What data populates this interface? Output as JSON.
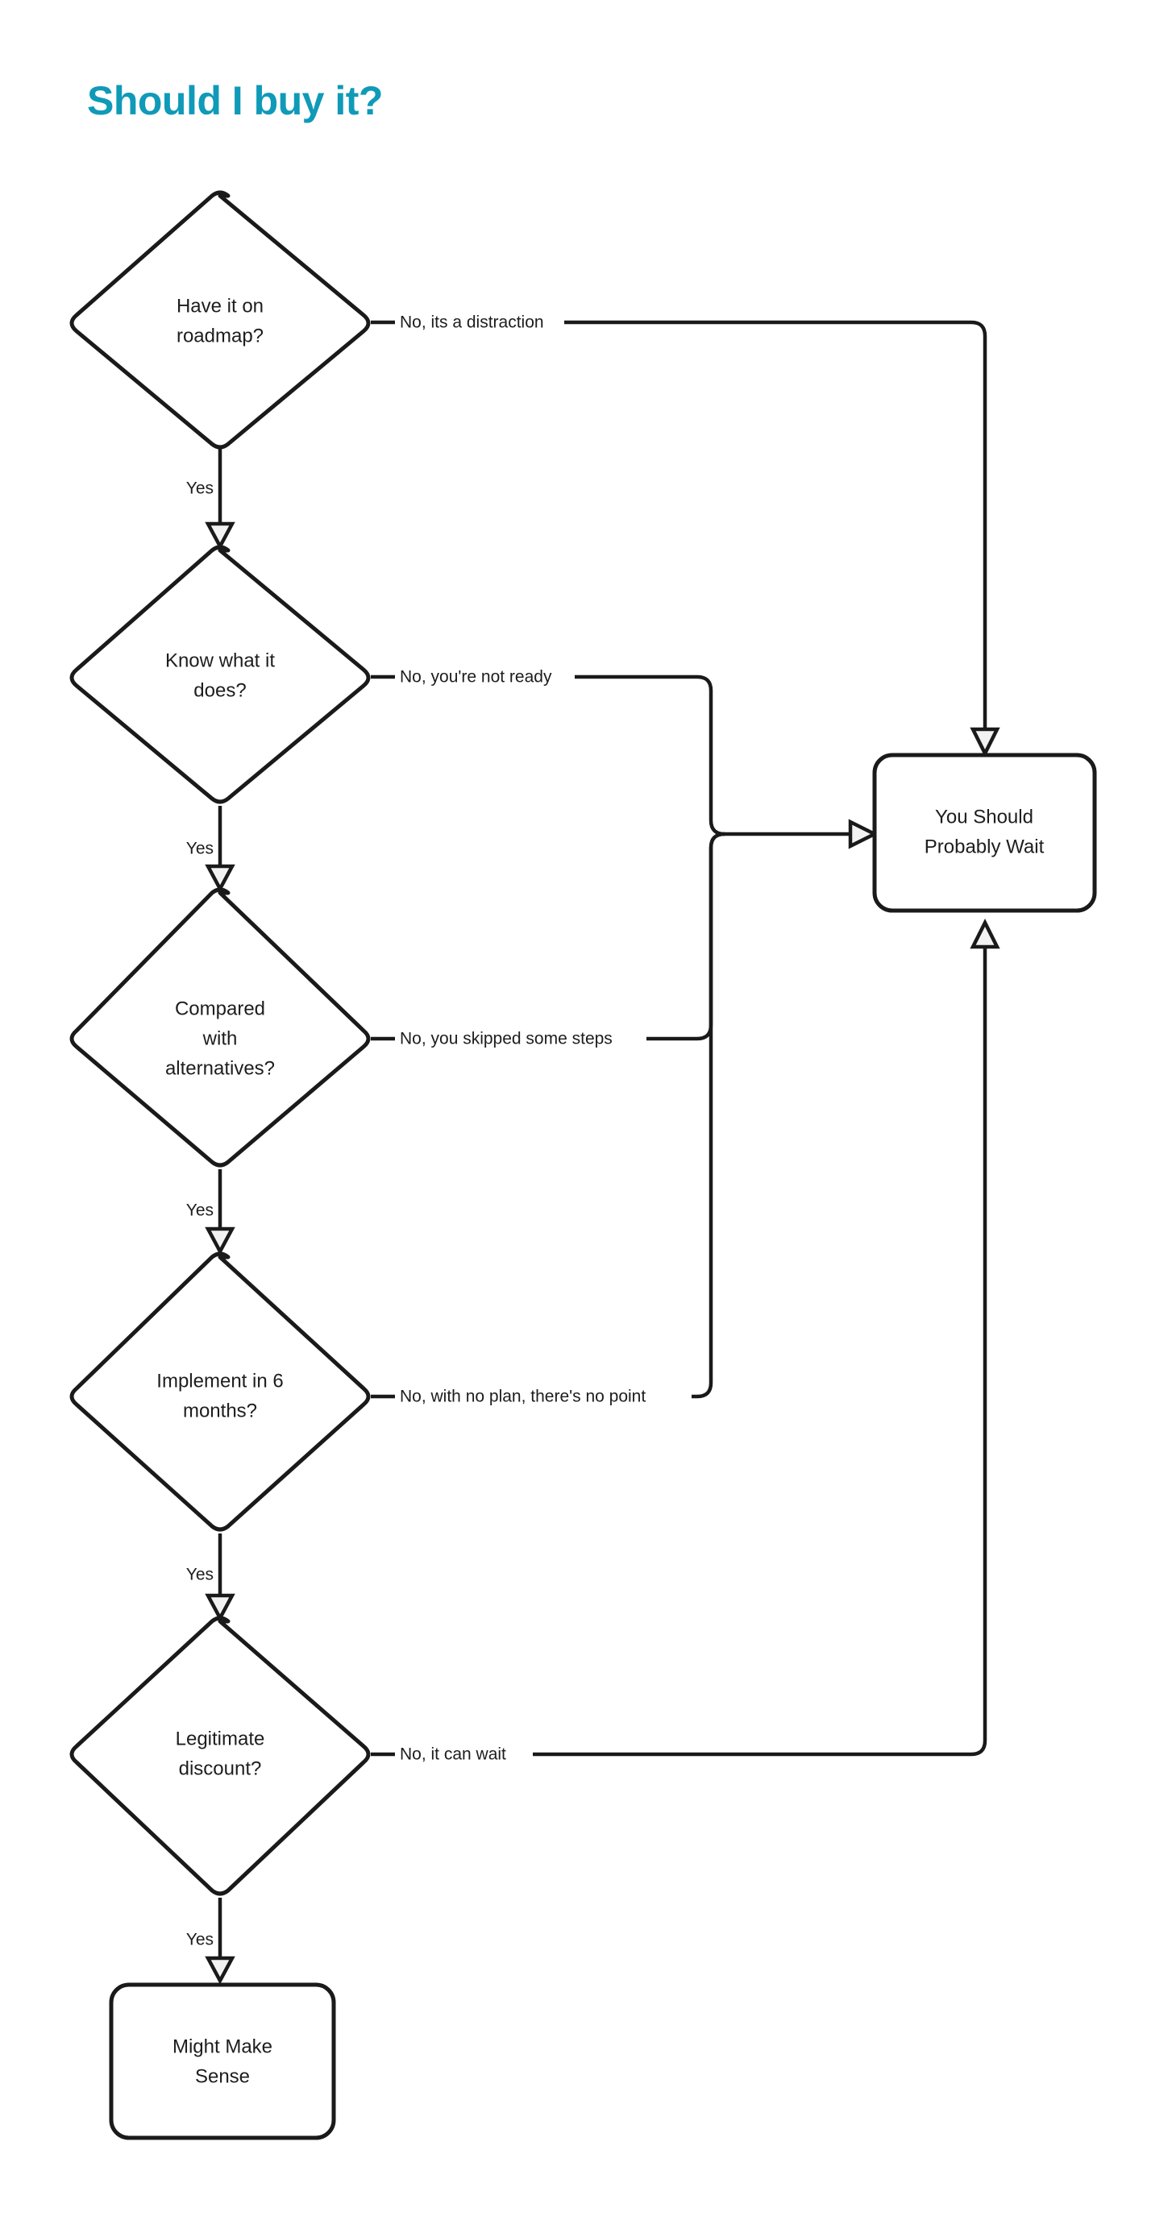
{
  "page": {
    "title": "Should I buy it?",
    "title_color": "#0f9ab8",
    "background": "#ffffff",
    "stroke_color": "#1a1a1a"
  },
  "chart_data": {
    "type": "diagram",
    "diagram_type": "flowchart",
    "title": "Should I buy it?",
    "nodes": [
      {
        "id": "roadmap",
        "shape": "diamond",
        "lines": [
          "Have it on",
          "roadmap?"
        ]
      },
      {
        "id": "know",
        "shape": "diamond",
        "lines": [
          "Know what it",
          "does?"
        ]
      },
      {
        "id": "compared",
        "shape": "diamond",
        "lines": [
          "Compared",
          "with",
          "alternatives?"
        ]
      },
      {
        "id": "implement",
        "shape": "diamond",
        "lines": [
          "Implement in 6",
          "months?"
        ]
      },
      {
        "id": "discount",
        "shape": "diamond",
        "lines": [
          "Legitimate",
          "discount?"
        ]
      },
      {
        "id": "wait",
        "shape": "rounded-rect",
        "lines": [
          "You Should",
          "Probably Wait"
        ]
      },
      {
        "id": "might",
        "shape": "rounded-rect",
        "lines": [
          "Might Make",
          "Sense"
        ]
      }
    ],
    "edges": [
      {
        "from": "roadmap",
        "to": "know",
        "label": "Yes"
      },
      {
        "from": "roadmap",
        "to": "wait",
        "label": "No, its a distraction"
      },
      {
        "from": "know",
        "to": "compared",
        "label": "Yes"
      },
      {
        "from": "know",
        "to": "wait",
        "label": "No, you're not ready"
      },
      {
        "from": "compared",
        "to": "implement",
        "label": "Yes"
      },
      {
        "from": "compared",
        "to": "wait",
        "label": "No, you skipped some steps"
      },
      {
        "from": "implement",
        "to": "discount",
        "label": "Yes"
      },
      {
        "from": "implement",
        "to": "wait",
        "label": "No, with no plan, there's no point"
      },
      {
        "from": "discount",
        "to": "might",
        "label": "Yes"
      },
      {
        "from": "discount",
        "to": "wait",
        "label": "No, it can wait"
      }
    ]
  },
  "nodes": {
    "roadmap": {
      "line1": "Have it on",
      "line2": "roadmap?",
      "line3": ""
    },
    "know": {
      "line1": "Know what it",
      "line2": "does?",
      "line3": ""
    },
    "compared": {
      "line1": "Compared",
      "line2": "with",
      "line3": "alternatives?"
    },
    "implement": {
      "line1": "Implement in 6",
      "line2": "months?",
      "line3": ""
    },
    "discount": {
      "line1": "Legitimate",
      "line2": "discount?",
      "line3": ""
    },
    "wait": {
      "line1": "You Should",
      "line2": "Probably Wait",
      "line3": ""
    },
    "might": {
      "line1": "Might Make",
      "line2": "Sense",
      "line3": ""
    }
  },
  "labels": {
    "yes1": "Yes",
    "yes2": "Yes",
    "yes3": "Yes",
    "yes4": "Yes",
    "yes5": "Yes",
    "no1": "No, its a distraction",
    "no2": "No, you're not ready",
    "no3": "No, you skipped some steps",
    "no4": "No, with no plan, there's no point",
    "no5": "No, it can wait"
  }
}
